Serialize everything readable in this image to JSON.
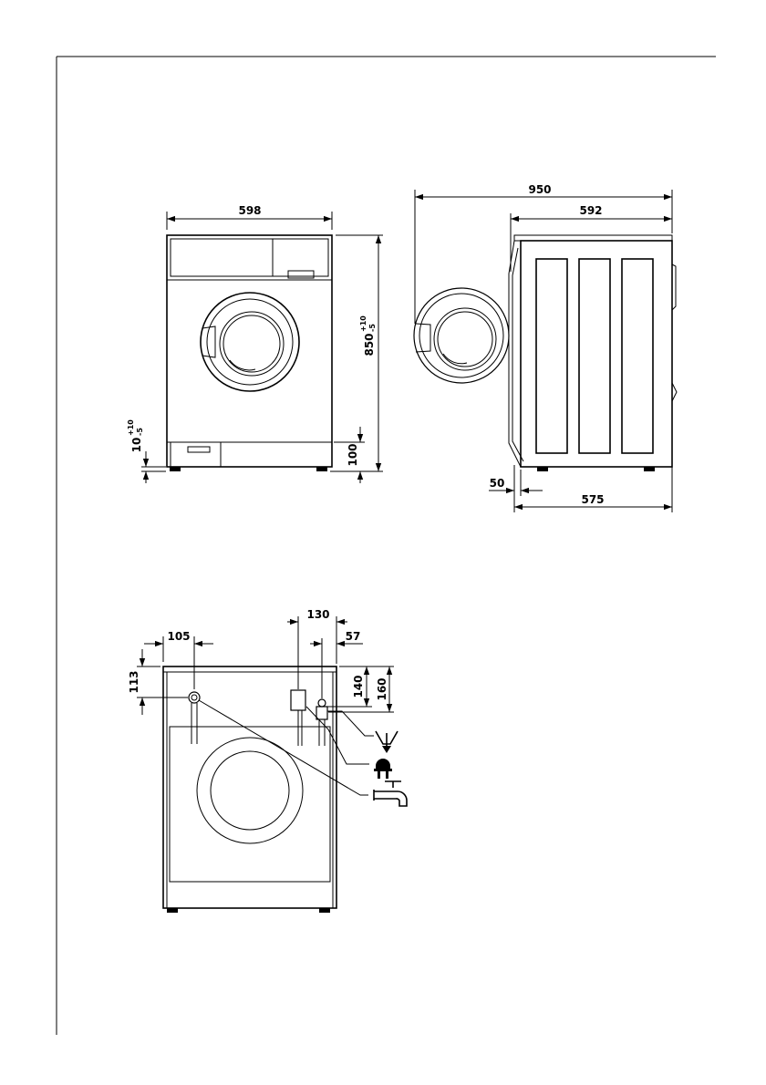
{
  "front_view": {
    "width": "598",
    "height": "850",
    "height_tol_plus": "+10",
    "height_tol_minus": "-5",
    "plinth": "100",
    "foot_adjust": "10",
    "foot_tol_plus": "+10",
    "foot_tol_minus": "-5"
  },
  "side_view": {
    "total_depth": "950",
    "body_depth": "592",
    "door_offset": "50",
    "base_depth": "575"
  },
  "rear_view": {
    "inlet_horizontal": "105",
    "inlet_vertical": "113",
    "plug_horizontal": "130",
    "drain_horizontal": "57",
    "drain_vertical": "140",
    "plug_vertical": "160"
  },
  "connections": {
    "drain_icon": "drain-funnel-icon",
    "power_icon": "power-plug-icon",
    "water_icon": "water-tap-icon"
  }
}
